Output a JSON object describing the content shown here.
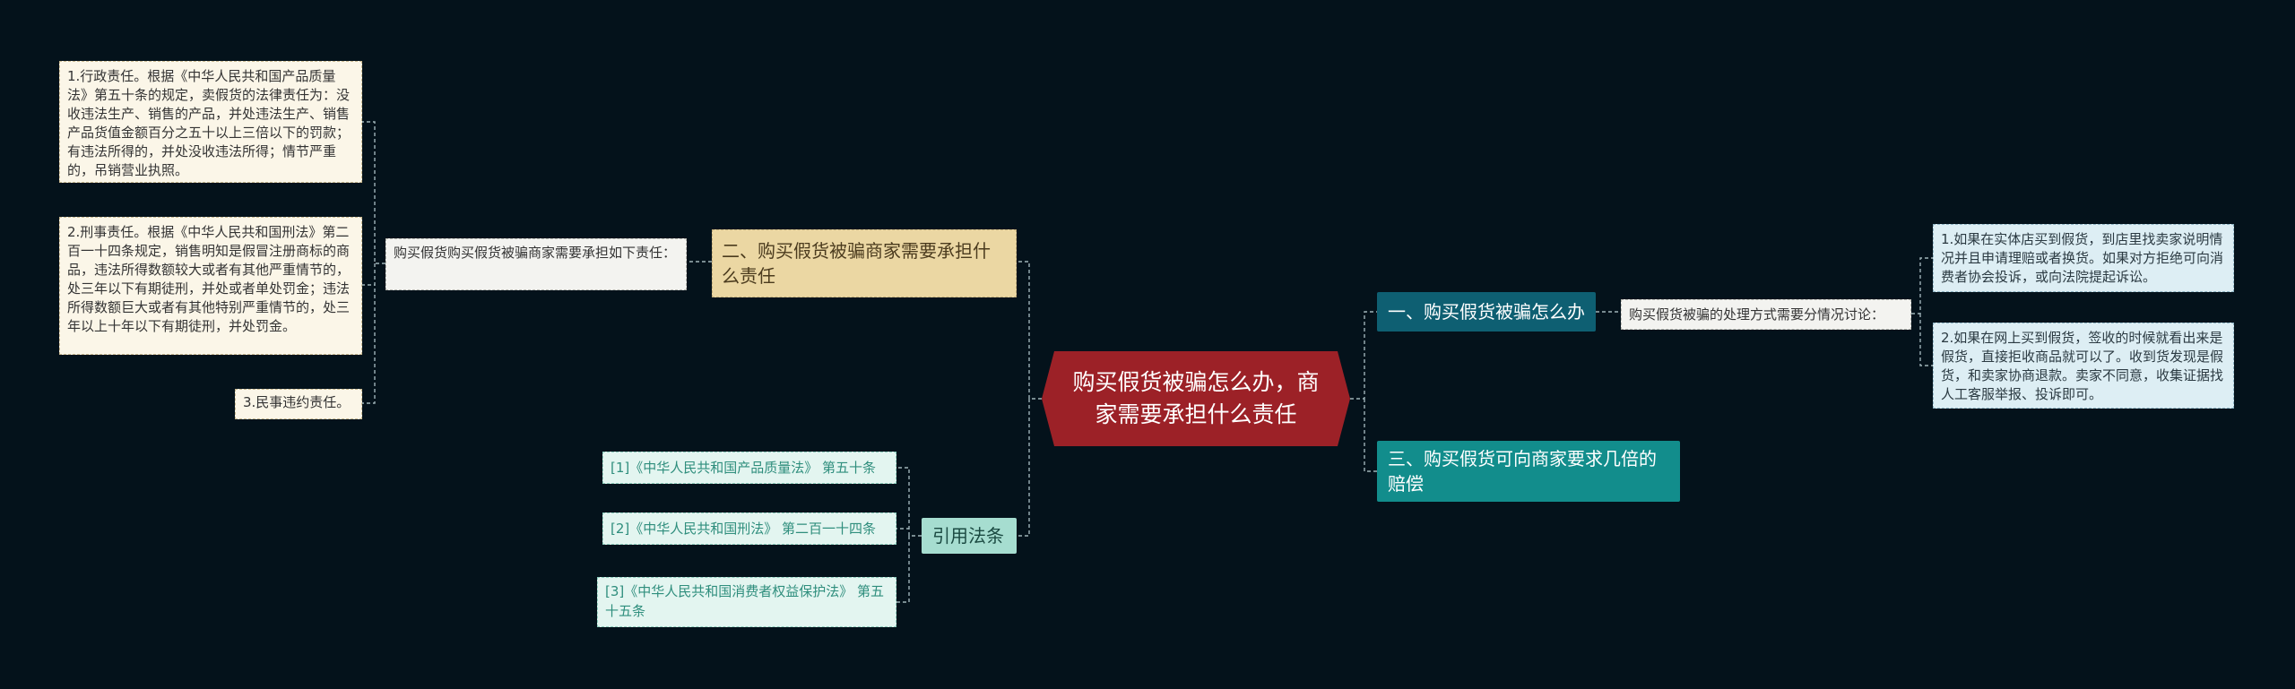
{
  "root": {
    "title": "购买假货被骗怎么办，商家需要承担什么责任"
  },
  "branches": {
    "b1": {
      "label": "一、购买假货被骗怎么办",
      "sub": "购买假货被骗的处理方式需要分情况讨论：",
      "items": [
        "1.如果在实体店买到假货，到店里找卖家说明情况并且申请理赔或者换货。如果对方拒绝可向消费者协会投诉，或向法院提起诉讼。",
        "2.如果在网上买到假货，签收的时候就看出来是假货，直接拒收商品就可以了。收到货发现是假货，和卖家协商退款。卖家不同意，收集证据找人工客服举报、投诉即可。"
      ]
    },
    "b2": {
      "label": "二、购买假货被骗商家需要承担什么责任",
      "sub": "购买假货购买假货被骗商家需要承担如下责任：",
      "items": [
        "1.行政责任。根据《中华人民共和国产品质量法》第五十条的规定，卖假货的法律责任为：没收违法生产、销售的产品，并处违法生产、销售产品货值金额百分之五十以上三倍以下的罚款；有违法所得的，并处没收违法所得；情节严重的，吊销营业执照。",
        "2.刑事责任。根据《中华人民共和国刑法》第二百一十四条规定，销售明知是假冒注册商标的商品，违法所得数额较大或者有其他严重情节的，处三年以下有期徒刑，并处或者单处罚金；违法所得数额巨大或者有其他特别严重情节的，处三年以上十年以下有期徒刑，并处罚金。",
        "3.民事违约责任。"
      ]
    },
    "b3": {
      "label": "三、购买假货可向商家要求几倍的赔偿"
    },
    "b4": {
      "label": "引用法条",
      "items": [
        "[1]《中华人民共和国产品质量法》 第五十条",
        "[2]《中华人民共和国刑法》 第二百一十四条",
        "[3]《中华人民共和国消费者权益保护法》 第五十五条"
      ]
    }
  },
  "colors": {
    "background": "#04121b",
    "root": "#9c2127",
    "branch_teal": "#0e5f72",
    "branch_teal_light": "#128d8c",
    "branch_tan": "#ebd7a3",
    "branch_mint": "#a6ddd0",
    "connector": "#9fb3b8"
  }
}
